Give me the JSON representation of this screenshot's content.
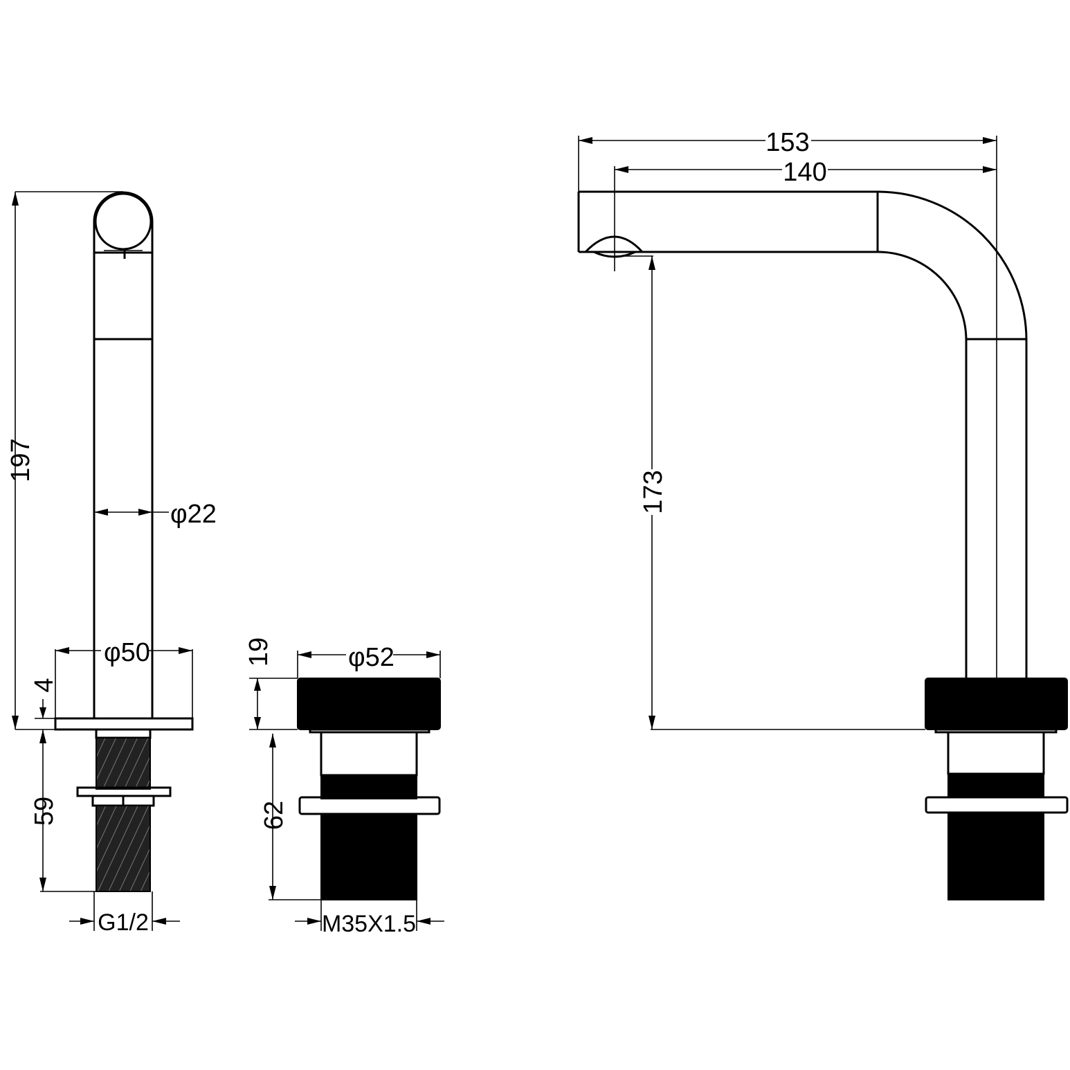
{
  "dimensions": {
    "height_total": "197",
    "spout_diameter": "φ22",
    "base_diameter": "φ50",
    "base_thickness": "4",
    "thread_length_left": "59",
    "thread_left": "G1/2",
    "handle_height": "19",
    "handle_diameter": "φ52",
    "thread_length_mid": "62",
    "thread_mid": "M35X1.5",
    "reach_total": "153",
    "reach_outlet": "140",
    "outlet_height": "173"
  },
  "colors": {
    "ink": "#000000",
    "paper": "#ffffff"
  }
}
